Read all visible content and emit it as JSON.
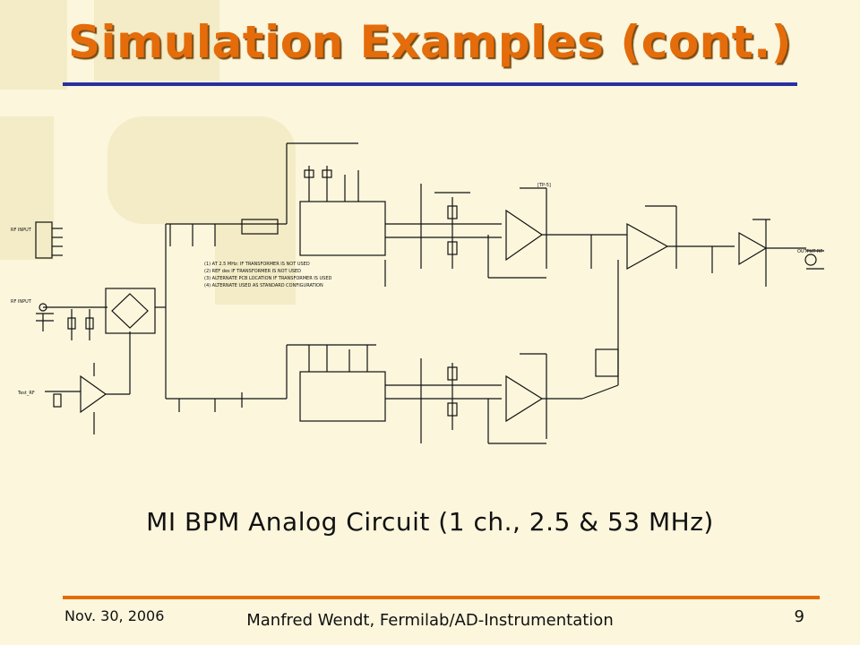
{
  "slide": {
    "title": "Simulation Examples (cont.)",
    "caption": "MI BPM Analog Circuit (1 ch., 2.5 & 53 MHz)",
    "footer": {
      "date": "Nov. 30, 2006",
      "author": "Manfred Wendt, Fermilab/AD-Instrumentation",
      "page": "9"
    }
  },
  "colors": {
    "background": "#fbf6dc",
    "title": "#e46c0a",
    "title_rule": "#2a2fa0",
    "footer_rule": "#e46c0a"
  },
  "schematic": {
    "image_label": "schematic-drawing"
  }
}
